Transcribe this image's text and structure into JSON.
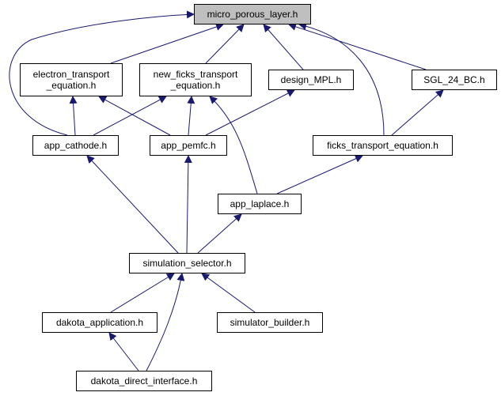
{
  "diagram": {
    "nodes": {
      "micro_porous_layer": "micro_porous_layer.h",
      "electron_transport_equation": "electron_transport\n_equation.h",
      "new_ficks_transport_equation": "new_ficks_transport\n_equation.h",
      "design_MPL": "design_MPL.h",
      "SGL_24_BC": "SGL_24_BC.h",
      "app_cathode": "app_cathode.h",
      "app_pemfc": "app_pemfc.h",
      "ficks_transport_equation": "ficks_transport_equation.h",
      "app_laplace": "app_laplace.h",
      "simulation_selector": "simulation_selector.h",
      "dakota_application": "dakota_application.h",
      "simulator_builder": "simulator_builder.h",
      "dakota_direct_interface": "dakota_direct_interface.h"
    },
    "edges": [
      {
        "from": "electron_transport_equation",
        "to": "micro_porous_layer"
      },
      {
        "from": "app_cathode",
        "to": "micro_porous_layer"
      },
      {
        "from": "new_ficks_transport_equation",
        "to": "micro_porous_layer"
      },
      {
        "from": "design_MPL",
        "to": "micro_porous_layer"
      },
      {
        "from": "SGL_24_BC",
        "to": "micro_porous_layer"
      },
      {
        "from": "ficks_transport_equation",
        "to": "micro_porous_layer"
      },
      {
        "from": "app_cathode",
        "to": "electron_transport_equation"
      },
      {
        "from": "app_pemfc",
        "to": "electron_transport_equation"
      },
      {
        "from": "app_cathode",
        "to": "new_ficks_transport_equation"
      },
      {
        "from": "app_pemfc",
        "to": "new_ficks_transport_equation"
      },
      {
        "from": "app_laplace",
        "to": "new_ficks_transport_equation"
      },
      {
        "from": "app_pemfc",
        "to": "design_MPL"
      },
      {
        "from": "ficks_transport_equation",
        "to": "SGL_24_BC"
      },
      {
        "from": "app_laplace",
        "to": "ficks_transport_equation"
      },
      {
        "from": "simulation_selector",
        "to": "app_cathode"
      },
      {
        "from": "simulation_selector",
        "to": "app_pemfc"
      },
      {
        "from": "simulation_selector",
        "to": "app_laplace"
      },
      {
        "from": "dakota_application",
        "to": "simulation_selector"
      },
      {
        "from": "simulator_builder",
        "to": "simulation_selector"
      },
      {
        "from": "dakota_direct_interface",
        "to": "simulation_selector"
      },
      {
        "from": "dakota_direct_interface",
        "to": "dakota_application"
      }
    ],
    "colors": {
      "edge": "#191970",
      "node_border": "#000000",
      "current_fill": "#bfbfbf",
      "node_fill": "#ffffff"
    }
  }
}
